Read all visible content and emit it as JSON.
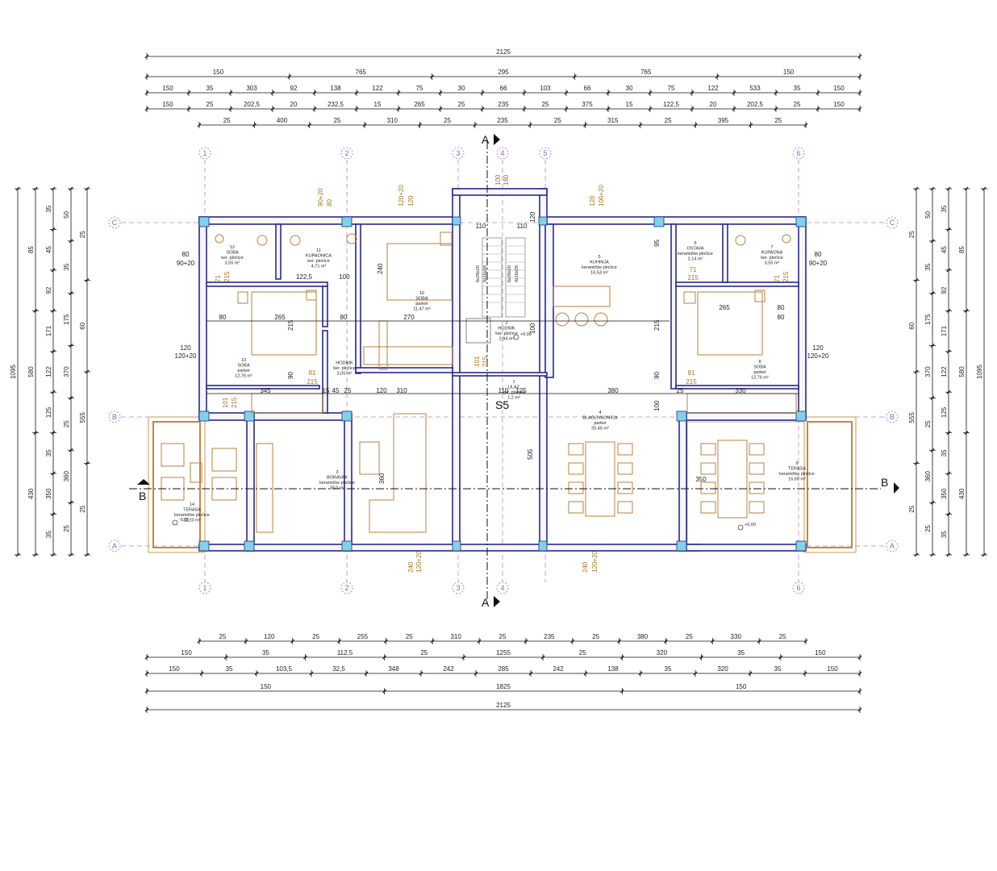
{
  "dimensions": {
    "top": [
      {
        "row": 0,
        "labels": [
          "2125"
        ]
      },
      {
        "row": 1,
        "labels": [
          "150",
          "765",
          "295",
          "765",
          "150"
        ]
      },
      {
        "row": 2,
        "labels": [
          "150",
          "35",
          "303",
          "92",
          "138",
          "122",
          "75",
          "30",
          "66",
          "103",
          "66",
          "30",
          "75",
          "122",
          "533",
          "35",
          "150"
        ]
      },
      {
        "row": 3,
        "labels": [
          "150",
          "25",
          "202,5",
          "20",
          "232,5",
          "15",
          "265",
          "25",
          "235",
          "25",
          "375",
          "15",
          "122,5",
          "20",
          "202,5",
          "25",
          "150"
        ]
      },
      {
        "row": 4,
        "labels": [
          "25",
          "400",
          "25",
          "310",
          "25",
          "235",
          "25",
          "315",
          "25",
          "395",
          "25"
        ]
      }
    ],
    "bottom": [
      {
        "row": 0,
        "labels": [
          "25",
          "120",
          "25",
          "255",
          "25",
          "310",
          "25",
          "235",
          "25",
          "380",
          "25",
          "330",
          "25"
        ]
      },
      {
        "row": 1,
        "labels": [
          "150",
          "35",
          "112,5",
          "25",
          "1255",
          "25",
          "320",
          "35",
          "150"
        ]
      },
      {
        "row": 2,
        "labels": [
          "150",
          "35",
          "103,5",
          "32,5",
          "348",
          "242",
          "285",
          "242",
          "138",
          "35",
          "320",
          "35",
          "150"
        ]
      },
      {
        "row": 3,
        "labels": [
          "150",
          "1825",
          "150"
        ]
      },
      {
        "row": 4,
        "labels": [
          "2125"
        ]
      }
    ],
    "left": [
      {
        "col": 0,
        "labels": [
          "1095"
        ]
      },
      {
        "col": 1,
        "labels": [
          "85",
          "580",
          "430"
        ]
      },
      {
        "col": 2,
        "labels": [
          "35",
          "45",
          "92",
          "171",
          "122",
          "125",
          "35",
          "350",
          "35"
        ]
      },
      {
        "col": 3,
        "labels": [
          "50",
          "35",
          "175",
          "370",
          "25",
          "360",
          "25"
        ]
      },
      {
        "col": 4,
        "labels": [
          "25",
          "60",
          "555",
          "25"
        ]
      }
    ],
    "right": [
      {
        "col": 0,
        "labels": [
          "25",
          "60",
          "555",
          "25"
        ]
      },
      {
        "col": 1,
        "labels": [
          "50",
          "35",
          "175",
          "370",
          "25",
          "360",
          "25"
        ]
      },
      {
        "col": 2,
        "labels": [
          "35",
          "45",
          "92",
          "171",
          "122",
          "125",
          "35",
          "350",
          "35"
        ]
      },
      {
        "col": 3,
        "labels": [
          "85",
          "580",
          "430"
        ]
      },
      {
        "col": 4,
        "labels": [
          "1095"
        ]
      }
    ]
  },
  "axes": {
    "vertical": [
      "1",
      "2",
      "3",
      "4",
      "5",
      "6"
    ],
    "horizontal": [
      "C",
      "B",
      "A"
    ]
  },
  "sections": {
    "a_top": "A",
    "a_bottom": "A",
    "b_left": "B",
    "b_right": "B",
    "s5": "S5"
  },
  "rooms": [
    {
      "id": "r12",
      "num": "12",
      "name": "SOBA",
      "finish": "ker. pločice",
      "area": "3,55 m²"
    },
    {
      "id": "r11",
      "num": "11",
      "name": "KUPAONICA",
      "finish": "ker. pločice",
      "area": "4,71 m²"
    },
    {
      "id": "r10",
      "num": "10",
      "name": "SOBA",
      "finish": "parket",
      "area": "11,47 m²"
    },
    {
      "id": "r13",
      "num": "13",
      "name": "SOBA",
      "finish": "parket",
      "area": "12,76 m²"
    },
    {
      "id": "r_hod_l",
      "num": "",
      "name": "HODNIK",
      "finish": "ker. pločice",
      "area": "3,05 m²"
    },
    {
      "id": "r2",
      "num": "2",
      "name": "HODNIK",
      "finish": "ker. pločice",
      "area": "2,94 m²"
    },
    {
      "id": "r1",
      "num": "1",
      "name": "ULAZ",
      "finish": "ker. pločice",
      "area": "1,2 m²"
    },
    {
      "id": "r5",
      "num": "5",
      "name": "KUHINJA",
      "finish": "keramičke pločice",
      "area": "16,53 m²"
    },
    {
      "id": "r6",
      "num": "6",
      "name": "OSTAVA",
      "finish": "keramičke pločice",
      "area": "2,14 m²"
    },
    {
      "id": "r7",
      "num": "7",
      "name": "KUPAONA",
      "finish": "ker. pločice",
      "area": "3,55 m²"
    },
    {
      "id": "r8",
      "num": "8",
      "name": "SOBA",
      "finish": "parket",
      "area": "12,76 m²"
    },
    {
      "id": "r4",
      "num": "4",
      "name": "BLAGOVAONICA",
      "finish": "parket",
      "area": "20,45 m²"
    },
    {
      "id": "r3",
      "num": "3",
      "name": "BORAVAK",
      "finish": "keramičke pločice",
      "area": "38,0 m²"
    },
    {
      "id": "r14",
      "num": "14",
      "name": "TERASA",
      "finish": "keramičke pločice",
      "area": "11,10 m²"
    },
    {
      "id": "r9",
      "num": "9",
      "name": "TERASA",
      "finish": "keramičke pločice",
      "area": "16,60 m²"
    }
  ],
  "openings": {
    "o1": "80",
    "o1b": "90+20",
    "o2": "120",
    "o2b": "120+20",
    "o3": "120",
    "o3b": "120+20",
    "o4": "80",
    "o4b": "90+20",
    "o5": "120",
    "o5b": "120+20",
    "o6": "120",
    "o6b": "100+20",
    "o7": "80",
    "o7b": "90+20",
    "o8": "100",
    "o8b": "180",
    "o9": "240",
    "o9b": "120+20",
    "o10": "240",
    "o10b": "120+20",
    "d71a": "71",
    "d215a": "215",
    "d71b": "71",
    "d215b": "215",
    "d71c": "71",
    "d215c": "215",
    "d81a": "81",
    "d215d": "215",
    "d81b": "81",
    "d215e": "215",
    "d101": "101",
    "d215f": "215",
    "d101b": "101",
    "d215g": "215"
  },
  "inner_dims": {
    "i1": "80",
    "i2": "265",
    "i3": "270",
    "i4": "80",
    "i5": "265",
    "i6": "80",
    "i7": "345",
    "i8": "15",
    "i9": "45",
    "i10": "25",
    "i11": "120",
    "i12": "310",
    "i13": "110",
    "i14": "125",
    "i15": "380",
    "i16": "25",
    "i17": "330",
    "i18": "122,5",
    "i19": "100",
    "i20": "110",
    "i21": "110",
    "i22": "240",
    "i23": "215",
    "i24": "215",
    "i25": "90",
    "i26": "90",
    "i27": "120",
    "i28": "95",
    "i29": "505",
    "i30": "360",
    "i31": "350",
    "i32": "100",
    "i33": "80",
    "i34": "100"
  },
  "stair": {
    "s1": "6x28x20",
    "s2": "9x16x28",
    "s3": "6x28x20",
    "s4": "9x16x28"
  },
  "level_marks": {
    "l1": "+0,00",
    "l2": "+0,00",
    "l3": "-0,05"
  }
}
